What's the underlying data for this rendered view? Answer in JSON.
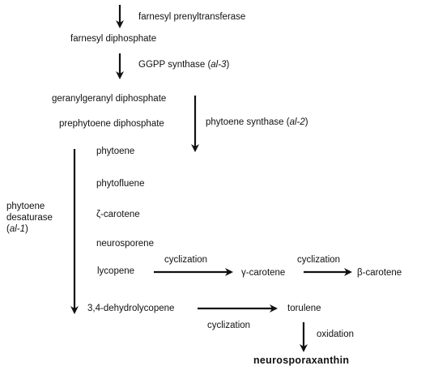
{
  "labels": {
    "farnesyl_prenyltransferase": "farnesyl  prenyltransferase",
    "farnesyl_diphosphate": "farnesyl  diphosphate",
    "ggpp_synthase": "GGPP  synthase",
    "ggpp_gene": "al-3",
    "geranylgeranyl_diphosphate": "geranylgeranyl  diphosphate",
    "prephytoene_diphosphate": "prephytoene  diphosphate",
    "phytoene_synthase": "phytoene  synthase",
    "phytoene_synthase_gene": "al-2",
    "phytoene": "phytoene",
    "phytofluene": "phytofluene",
    "zeta_carotene": "ζ-carotene",
    "neurosporene": "neurosporene",
    "lycopene": "lycopene",
    "phytoene_desaturase_line1": "phytoene",
    "phytoene_desaturase_line2": "desaturase",
    "phytoene_desaturase_gene": "al-1",
    "cyclization_1": "cyclization",
    "gamma_carotene": "γ-carotene",
    "cyclization_2": "cyclization",
    "beta_carotene": "β-carotene",
    "dehydrolycopene": "3,4-dehydrolycopene",
    "cyclization_3": "cyclization",
    "torulene": "torulene",
    "oxidation": "oxidation",
    "neurosporaxanthin": "neurosporaxanthin"
  }
}
